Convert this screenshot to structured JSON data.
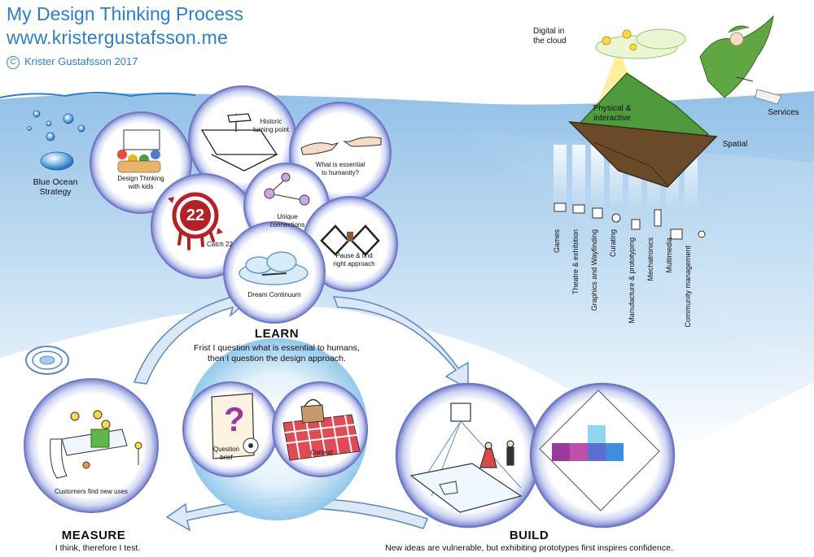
{
  "header": {
    "title": "My Design Thinking Process",
    "url": "www.kristergustafsson.me",
    "copyright": "Krister Gustafsson 2017"
  },
  "ocean": {
    "blue_ocean_label": "Blue Ocean\nStrategy"
  },
  "learn": {
    "title": "LEARN",
    "description": "Frist I question what is essential to humans,\nthen I question the design approach.",
    "bubbles": {
      "kids": "Design Thinking\nwith kids",
      "historic": "Historic\nturning point",
      "essential": "What is essential\nto humanity?",
      "catch22": "Catch 22",
      "catch22_number": "22",
      "unique": "Unique\nconnections",
      "pause": "Pause & find\nright approach",
      "dream": "Dream  Continuum"
    }
  },
  "center": {
    "question_brief": "Question\nbrief",
    "question_mark": "?",
    "context": "Context"
  },
  "measure": {
    "title": "MEASURE",
    "description": "I think, therefore I test.",
    "bubble": "Customers find new uses"
  },
  "build": {
    "title": "BUILD",
    "description": "New ideas are vulnerable, but exhibiting prototypes first inspires confidence."
  },
  "island": {
    "digital": "Digital in\nthe cloud",
    "physical": "Physical &\ninteractive",
    "spatial": "Spatial",
    "services": "Services",
    "categories": [
      "Games",
      "Theatre & exhibition",
      "Graphics and Wayfinding",
      "Curating",
      "Manufacture & prototyping",
      "Mechatronics",
      "Multimedia",
      "Community management"
    ]
  },
  "colors": {
    "header_blue": "#2a7fd0",
    "ocean_blue": "#a9cdea",
    "bubble_rim": "#6f78c8",
    "bubble_rim_purple": "#8a5aa8",
    "arrow_fill": "#dbe9f6",
    "island_green": "#4f9a3c",
    "catch22_red": "#b52025"
  }
}
